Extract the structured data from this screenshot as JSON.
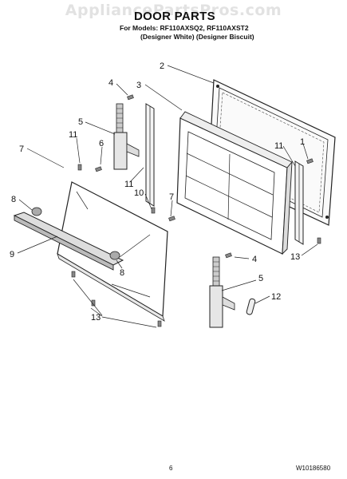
{
  "watermark": "AppliancePartsPros.com",
  "title": "DOOR PARTS",
  "models_line": "For Models: RF110AXSQ2, RF110AXST2",
  "variants_line": "(Designer White) (Designer Biscuit)",
  "callouts": {
    "c1": "1",
    "c2": "2",
    "c3": "3",
    "c4a": "4",
    "c4b": "4",
    "c5a": "5",
    "c5b": "5",
    "c6": "6",
    "c7a": "7",
    "c7b": "7",
    "c8a": "8",
    "c8b": "8",
    "c9": "9",
    "c10": "10",
    "c11a": "11",
    "c11b": "11",
    "c11c": "11",
    "c12": "12",
    "c13a": "13",
    "c13b": "13"
  },
  "page_number": "6",
  "doc_number": "W10186580"
}
